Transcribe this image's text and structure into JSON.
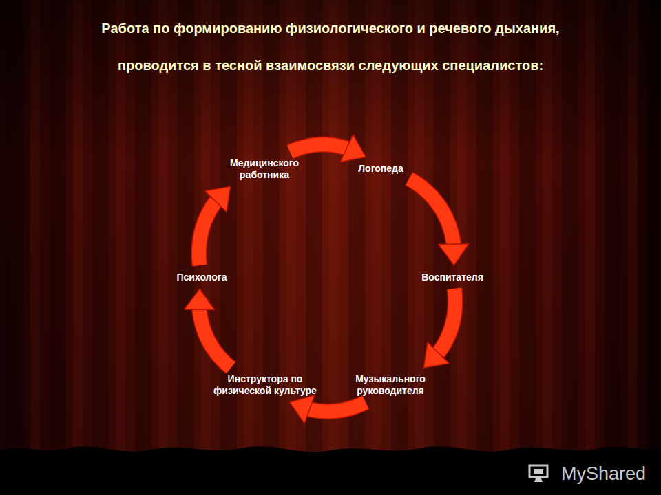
{
  "diagram": {
    "title": "Работа по формированию физиологического и речевого дыхания, проводится в тесной взаимосвязи следующих специалистов:",
    "nodes": [
      {
        "text": [
          "Логопеда"
        ]
      },
      {
        "text": [
          "Воспитателя"
        ]
      },
      {
        "text": [
          "Музыкального руководителя"
        ]
      },
      {
        "text": [
          "Инструктора по физической культуре"
        ]
      },
      {
        "text": [
          "Психолога"
        ]
      },
      {
        "text": [
          "Медицинского работника"
        ]
      }
    ],
    "edges": [
      {
        "from": 0,
        "to": 1,
        "arrow": "to"
      },
      {
        "from": 1,
        "to": 2,
        "arrow": "to"
      },
      {
        "from": 2,
        "to": 3,
        "arrow": "to"
      },
      {
        "from": 3,
        "to": 4,
        "arrow": "to"
      },
      {
        "from": 4,
        "to": 5,
        "arrow": "to"
      },
      {
        "from": 5,
        "to": 0,
        "arrow": "to"
      }
    ],
    "labels": [
      "MyShared"
    ]
  }
}
